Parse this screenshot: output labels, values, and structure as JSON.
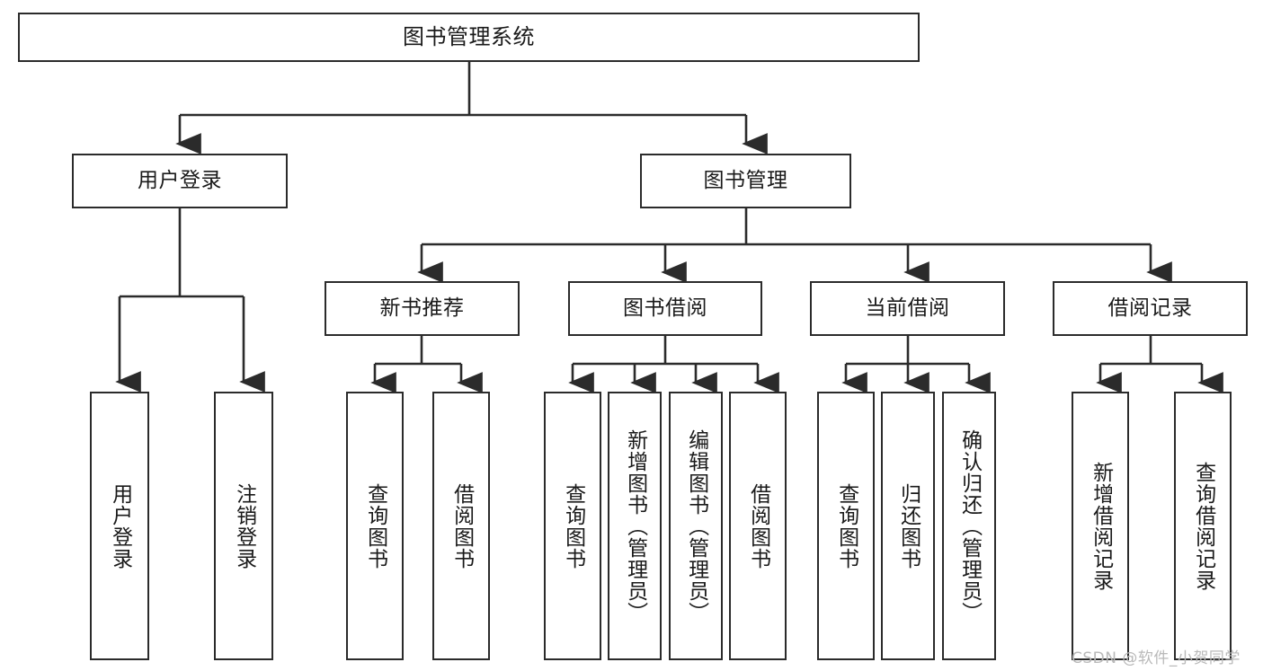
{
  "diagram": {
    "title": "图书管理系统",
    "watermark": "CSDN @软件_小贺同学",
    "line_color": "#2b2b2b",
    "text_color": "#1a1a1a",
    "background": "#ffffff",
    "nodes": {
      "root": {
        "label": "图书管理系统"
      },
      "level2": [
        {
          "label": "用户登录"
        },
        {
          "label": "图书管理"
        }
      ],
      "level3": [
        {
          "label": "新书推荐"
        },
        {
          "label": "图书借阅"
        },
        {
          "label": "当前借阅"
        },
        {
          "label": "借阅记录"
        }
      ],
      "leaves": {
        "user_login": [
          {
            "label": "用户登录"
          },
          {
            "label": "注销登录"
          }
        ],
        "new_book_recommend": [
          {
            "label": "查询图书"
          },
          {
            "label": "借阅图书"
          }
        ],
        "book_borrow": [
          {
            "label": "查询图书"
          },
          {
            "label": "新增图书（管理员）"
          },
          {
            "label": "编辑图书（管理员）"
          },
          {
            "label": "借阅图书"
          }
        ],
        "current_borrow": [
          {
            "label": "查询图书"
          },
          {
            "label": "归还图书"
          },
          {
            "label": "确认归还（管理员）"
          }
        ],
        "borrow_records": [
          {
            "label": "新增借阅记录"
          },
          {
            "label": "查询借阅记录"
          }
        ]
      }
    }
  }
}
